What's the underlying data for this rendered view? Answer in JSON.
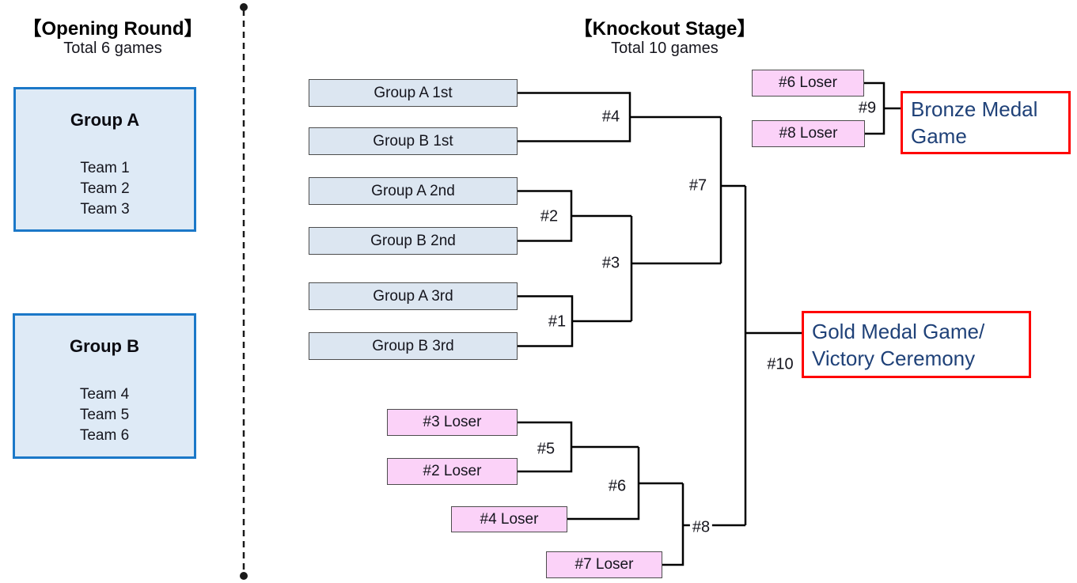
{
  "colors": {
    "group_box_border": "#1b78c8",
    "group_box_fill": "#deeaf6",
    "seed_box_fill": "#dce6f1",
    "seed_box_border": "#4d4d4d",
    "loser_box_fill": "#fbd2f8",
    "final_box_border": "#ff0000",
    "final_text": "#1f4178",
    "bracket_line": "#000000"
  },
  "opening_round": {
    "title": "【Opening Round】",
    "subtitle": "Total 6 games",
    "group_a": {
      "name": "Group A",
      "teams": [
        "Team 1",
        "Team 2",
        "Team 3"
      ]
    },
    "group_b": {
      "name": "Group B",
      "teams": [
        "Team 4",
        "Team 5",
        "Team 6"
      ]
    }
  },
  "knockout_stage": {
    "title": "【Knockout Stage】",
    "subtitle": "Total 10 games",
    "seeds": [
      "Group A 1st",
      "Group B 1st",
      "Group A 2nd",
      "Group B 2nd",
      "Group A 3rd",
      "Group B 3rd"
    ],
    "losers": [
      "#6 Loser",
      "#8 Loser",
      "#3 Loser",
      "#2 Loser",
      "#4 Loser",
      "#7 Loser"
    ],
    "games": [
      "#1",
      "#2",
      "#3",
      "#4",
      "#5",
      "#6",
      "#7",
      "#8",
      "#9",
      "#10"
    ],
    "bronze_game": {
      "line1": "Bronze Medal",
      "line2": "Game"
    },
    "gold_game": {
      "line1": "Gold Medal Game/",
      "line2": "Victory Ceremony"
    }
  }
}
